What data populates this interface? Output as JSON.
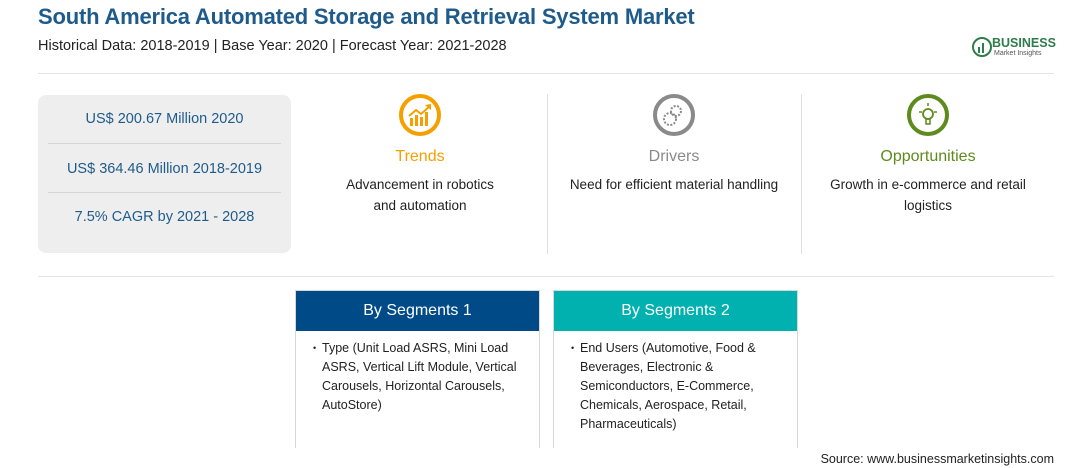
{
  "header": {
    "title": "South America Automated Storage and Retrieval System Market",
    "subtitle": "Historical Data: 2018-2019 | Base Year: 2020 | Forecast Year: 2021-2028",
    "logo_text": "BUSINESS",
    "logo_subtext": "Market Insights"
  },
  "stats": [
    "US$ 200.67 Million 2020",
    "US$ 364.46 Million 2018-2019",
    "7.5% CAGR by 2021 - 2028"
  ],
  "columns": [
    {
      "label": "Trends",
      "icon": "trend-chart-icon",
      "color": "#f5a000",
      "text": "Advancement in robotics and automation"
    },
    {
      "label": "Drivers",
      "icon": "gears-icon",
      "color": "#8a8a8a",
      "text": "Need for efficient material handling"
    },
    {
      "label": "Opportunities",
      "icon": "lightbulb-icon",
      "color": "#5e8a1e",
      "text": "Growth in e-commerce and retail logistics"
    }
  ],
  "segments": [
    {
      "title": "By Segments 1",
      "color": "#004b87",
      "items": [
        "Type (Unit Load ASRS, Mini Load ASRS, Vertical Lift Module, Vertical Carousels, Horizontal Carousels, AutoStore)"
      ]
    },
    {
      "title": "By Segments 2",
      "color": "#00b1b0",
      "items": [
        "End Users (Automotive, Food & Beverages, Electronic & Semiconductors, E-Commerce, Chemicals, Aerospace, Retail, Pharmaceuticals)"
      ]
    }
  ],
  "source": "Source: www.businessmarketinsights.com"
}
